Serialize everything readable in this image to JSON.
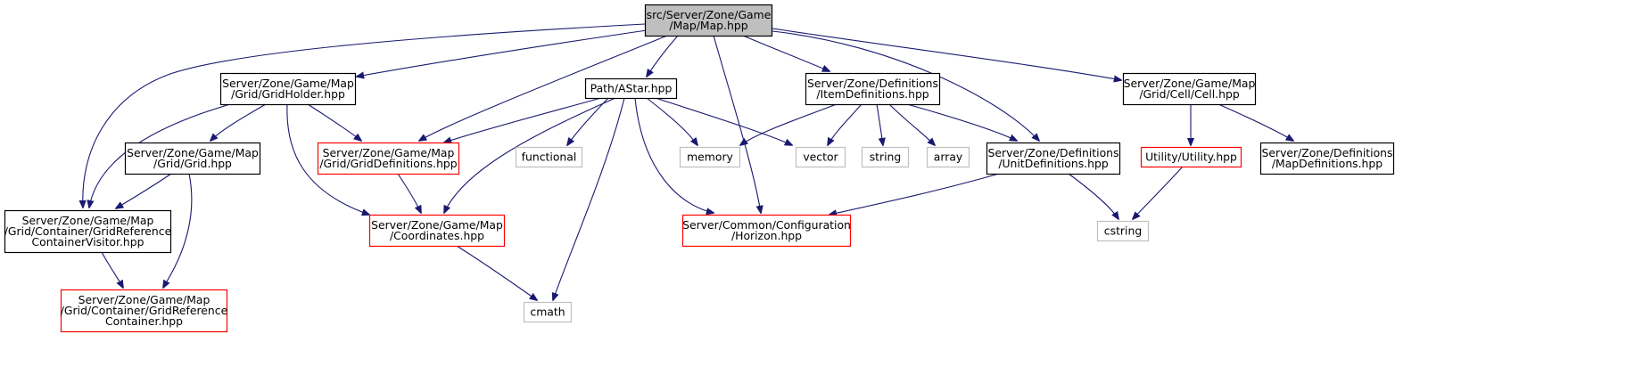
{
  "graph": {
    "colors": {
      "root_fill": "#bfbfbf",
      "root_border": "#000000",
      "local_border": "#000000",
      "missing_border": "#ff0000",
      "system_border": "#bfbfbf",
      "edge": "#191970",
      "text": "#000000"
    },
    "nodes": [
      {
        "id": "map",
        "kind": "root",
        "lines": [
          "src/Server/Zone/Game",
          "/Map/Map.hpp"
        ]
      },
      {
        "id": "gridholder",
        "kind": "local",
        "lines": [
          "Server/Zone/Game/Map",
          "/Grid/GridHolder.hpp"
        ]
      },
      {
        "id": "astar",
        "kind": "local",
        "lines": [
          "Path/AStar.hpp"
        ]
      },
      {
        "id": "itemdefs",
        "kind": "local",
        "lines": [
          "Server/Zone/Definitions",
          "/ItemDefinitions.hpp"
        ]
      },
      {
        "id": "cell",
        "kind": "local",
        "lines": [
          "Server/Zone/Game/Map",
          "/Grid/Cell/Cell.hpp"
        ]
      },
      {
        "id": "grid",
        "kind": "local",
        "lines": [
          "Server/Zone/Game/Map",
          "/Grid/Grid.hpp"
        ]
      },
      {
        "id": "griddefs",
        "kind": "missing",
        "lines": [
          "Server/Zone/Game/Map",
          "/Grid/GridDefinitions.hpp"
        ]
      },
      {
        "id": "functional",
        "kind": "system",
        "lines": [
          "functional"
        ]
      },
      {
        "id": "memory",
        "kind": "system",
        "lines": [
          "memory"
        ]
      },
      {
        "id": "vector",
        "kind": "system",
        "lines": [
          "vector"
        ]
      },
      {
        "id": "string",
        "kind": "system",
        "lines": [
          "string"
        ]
      },
      {
        "id": "array",
        "kind": "system",
        "lines": [
          "array"
        ]
      },
      {
        "id": "unitdefs",
        "kind": "local",
        "lines": [
          "Server/Zone/Definitions",
          "/UnitDefinitions.hpp"
        ]
      },
      {
        "id": "utility",
        "kind": "missing",
        "lines": [
          "Utility/Utility.hpp"
        ]
      },
      {
        "id": "mapdefs",
        "kind": "local",
        "lines": [
          "Server/Zone/Definitions",
          "/MapDefinitions.hpp"
        ]
      },
      {
        "id": "gcv",
        "kind": "local",
        "lines": [
          "Server/Zone/Game/Map",
          "/Grid/Container/GridReference",
          "ContainerVisitor.hpp"
        ]
      },
      {
        "id": "coords",
        "kind": "missing",
        "lines": [
          "Server/Zone/Game/Map",
          "/Coordinates.hpp"
        ]
      },
      {
        "id": "horizon",
        "kind": "missing",
        "lines": [
          "Server/Common/Configuration",
          "/Horizon.hpp"
        ]
      },
      {
        "id": "cstring",
        "kind": "system",
        "lines": [
          "cstring"
        ]
      },
      {
        "id": "grc",
        "kind": "missing",
        "lines": [
          "Server/Zone/Game/Map",
          "/Grid/Container/GridReference",
          "Container.hpp"
        ]
      },
      {
        "id": "cmath",
        "kind": "system",
        "lines": [
          "cmath"
        ]
      }
    ],
    "edges": [
      {
        "from": "map",
        "to": "gridholder"
      },
      {
        "from": "map",
        "to": "astar"
      },
      {
        "from": "map",
        "to": "itemdefs"
      },
      {
        "from": "map",
        "to": "cell"
      },
      {
        "from": "map",
        "to": "gcv"
      },
      {
        "from": "map",
        "to": "griddefs"
      },
      {
        "from": "map",
        "to": "unitdefs"
      },
      {
        "from": "map",
        "to": "horizon"
      },
      {
        "from": "gridholder",
        "to": "grid"
      },
      {
        "from": "gridholder",
        "to": "griddefs"
      },
      {
        "from": "gridholder",
        "to": "gcv"
      },
      {
        "from": "gridholder",
        "to": "coords"
      },
      {
        "from": "astar",
        "to": "griddefs"
      },
      {
        "from": "astar",
        "to": "functional"
      },
      {
        "from": "astar",
        "to": "memory"
      },
      {
        "from": "astar",
        "to": "vector"
      },
      {
        "from": "astar",
        "to": "coords"
      },
      {
        "from": "astar",
        "to": "horizon"
      },
      {
        "from": "astar",
        "to": "cmath"
      },
      {
        "from": "itemdefs",
        "to": "memory"
      },
      {
        "from": "itemdefs",
        "to": "vector"
      },
      {
        "from": "itemdefs",
        "to": "string"
      },
      {
        "from": "itemdefs",
        "to": "array"
      },
      {
        "from": "itemdefs",
        "to": "unitdefs"
      },
      {
        "from": "cell",
        "to": "utility"
      },
      {
        "from": "cell",
        "to": "mapdefs"
      },
      {
        "from": "grid",
        "to": "gcv"
      },
      {
        "from": "grid",
        "to": "grc"
      },
      {
        "from": "griddefs",
        "to": "coords"
      },
      {
        "from": "unitdefs",
        "to": "horizon"
      },
      {
        "from": "unitdefs",
        "to": "cstring"
      },
      {
        "from": "utility",
        "to": "cstring"
      },
      {
        "from": "gcv",
        "to": "grc"
      },
      {
        "from": "coords",
        "to": "cmath"
      }
    ]
  }
}
